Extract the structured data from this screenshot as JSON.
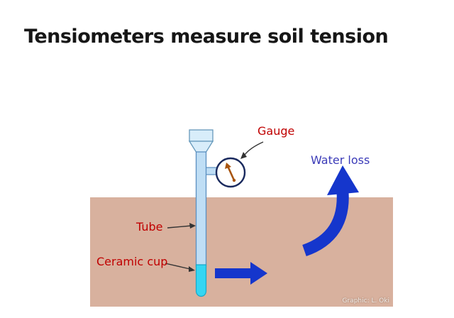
{
  "title": "Tensiometers measure soil tension",
  "labels": {
    "gauge": "Gauge",
    "water_loss": "Water loss",
    "tube": "Tube",
    "ceramic_cup": "Ceramic cup"
  },
  "credit": "Graphic: L. Oki",
  "colors": {
    "soil": "#d8b19e",
    "tube_fill": "#bfdef5",
    "tube_stroke": "#5b8fc0",
    "cap_fill": "#d8edfa",
    "cap_stroke": "#6699bb",
    "ceramic_fill": "#35d6f2",
    "ceramic_stroke": "#18a8c8",
    "label_red": "#c00000",
    "water_loss": "#3b3bb8",
    "arrow_blue": "#1536cc",
    "gauge_ring": "#1a2a5e",
    "needle": "#a85510",
    "pointer_line": "#333333"
  }
}
